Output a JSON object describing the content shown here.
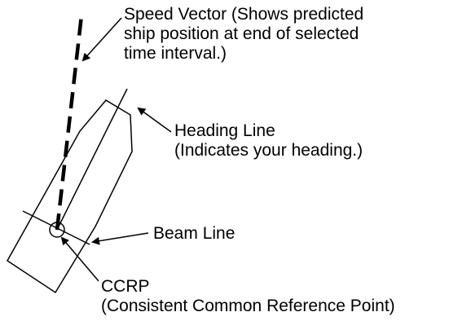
{
  "labels": {
    "speed_vector": "Speed Vector (Shows predicted\nship position at end of selected\ntime interval.)",
    "heading_line": "Heading Line\n(Indicates your heading.)",
    "beam_line": "Beam Line",
    "ccrp": "CCRP\n(Consistent Common Reference Point)"
  },
  "colors": {
    "ink": "#000000",
    "background": "#ffffff"
  }
}
